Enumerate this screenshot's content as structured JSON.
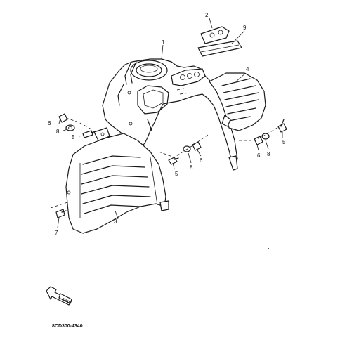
{
  "callouts": [
    {
      "id": "c1",
      "text": "1"
    },
    {
      "id": "c2",
      "text": "2"
    },
    {
      "id": "c9",
      "text": "9"
    },
    {
      "id": "c4",
      "text": "4"
    },
    {
      "id": "c6a",
      "text": "6"
    },
    {
      "id": "c8a",
      "text": "8"
    },
    {
      "id": "c5a",
      "text": "5"
    },
    {
      "id": "c5b",
      "text": "5"
    },
    {
      "id": "c8b",
      "text": "8"
    },
    {
      "id": "c6b",
      "text": "6"
    },
    {
      "id": "c6c",
      "text": "6"
    },
    {
      "id": "c8c",
      "text": "8"
    },
    {
      "id": "c5c",
      "text": "5"
    },
    {
      "id": "c3",
      "text": "3"
    },
    {
      "id": "c7",
      "text": "7"
    }
  ],
  "fwd_label": "FWD",
  "drawing_code": "8CD300-4340"
}
